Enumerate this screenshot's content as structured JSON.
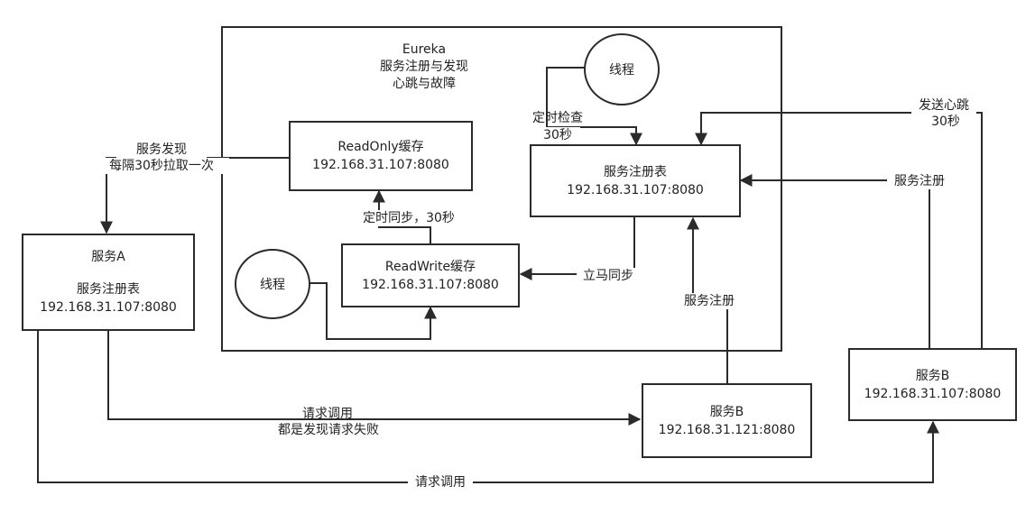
{
  "eureka": {
    "title": "Eureka",
    "line1": "服务注册与发现",
    "line2": "心跳与故障"
  },
  "readonly_cache": {
    "name": "ReadOnly缓存",
    "address": "192.168.31.107:8080"
  },
  "readwrite_cache": {
    "name": "ReadWrite缓存",
    "address": "192.168.31.107:8080"
  },
  "registry": {
    "name": "服务注册表",
    "address": "192.168.31.107:8080"
  },
  "thread_top": {
    "label": "线程"
  },
  "thread_left": {
    "label": "线程"
  },
  "service_a": {
    "name": "服务A",
    "sub": "服务注册表",
    "address": "192.168.31.107:8080"
  },
  "service_b_mid": {
    "name": "服务B",
    "address": "192.168.31.121:8080"
  },
  "service_b_right": {
    "name": "服务B",
    "address": "192.168.31.107:8080"
  },
  "labels": {
    "discovery_1": "服务发现",
    "discovery_2": "每隔30秒拉取一次",
    "timed_sync": "定时同步，30秒",
    "immediate_sync": "立马同步",
    "timed_check_1": "定时检查",
    "timed_check_2": "30秒",
    "heartbeat_1": "发送心跳",
    "heartbeat_2": "30秒",
    "register_right": "服务注册",
    "register_mid": "服务注册",
    "request_1": "请求调用",
    "request_2": "都是发现请求失败",
    "request_bottom": "请求调用"
  }
}
